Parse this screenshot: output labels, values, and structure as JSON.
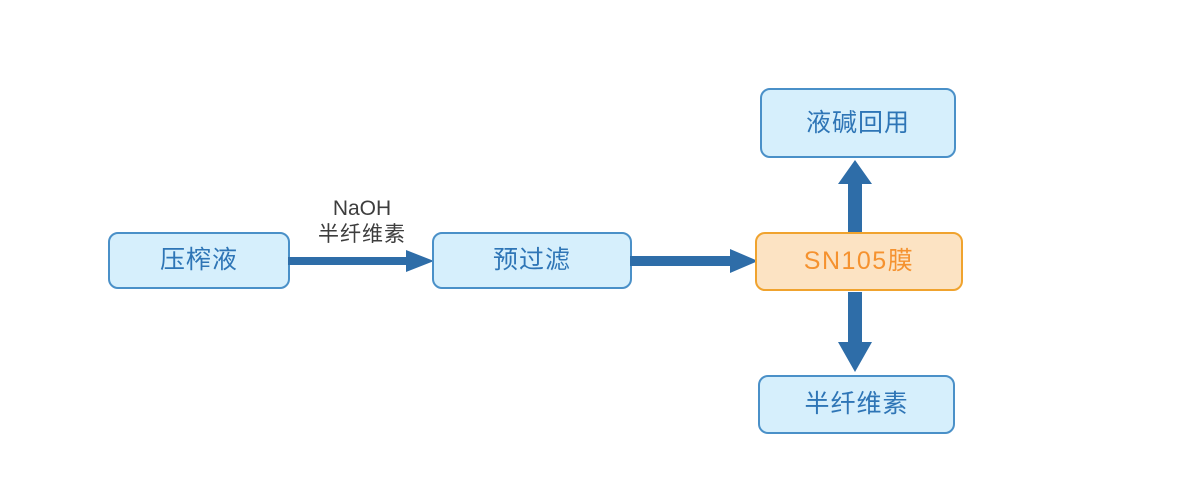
{
  "diagram": {
    "title": "SN105 membrane hemicellulose recovery flow",
    "background_color": "#ffffff",
    "palette": {
      "box_blue_fill": "#d6effc",
      "box_blue_border": "#4a90c8",
      "box_blue_text": "#2e75b6",
      "box_orange_fill": "#fce3c3",
      "box_orange_border": "#f0a32e",
      "box_orange_text": "#f5922f",
      "arrow_blue": "#2e6da8",
      "edge_label_text": "#3d3d3d"
    },
    "nodes": [
      {
        "id": "press",
        "label": "压榨液",
        "style": "blue"
      },
      {
        "id": "prefilter",
        "label": "预过滤",
        "style": "blue"
      },
      {
        "id": "membrane",
        "label": "SN105膜",
        "style": "orange"
      },
      {
        "id": "alkali",
        "label": "液碱回用",
        "style": "blue"
      },
      {
        "id": "hemi",
        "label": "半纤维素",
        "style": "blue"
      }
    ],
    "edges": [
      {
        "id": "press-to-prefilter",
        "from": "press",
        "to": "prefilter",
        "direction": "right"
      },
      {
        "id": "prefilter-to-membrane",
        "from": "prefilter",
        "to": "membrane",
        "direction": "right"
      },
      {
        "id": "membrane-to-alkali",
        "from": "membrane",
        "to": "alkali",
        "direction": "up"
      },
      {
        "id": "membrane-to-hemi",
        "from": "membrane",
        "to": "hemi",
        "direction": "down"
      }
    ],
    "edge_labels": {
      "press_to_prefilter": {
        "line1": "NaOH",
        "line2": "半纤维素"
      }
    }
  }
}
